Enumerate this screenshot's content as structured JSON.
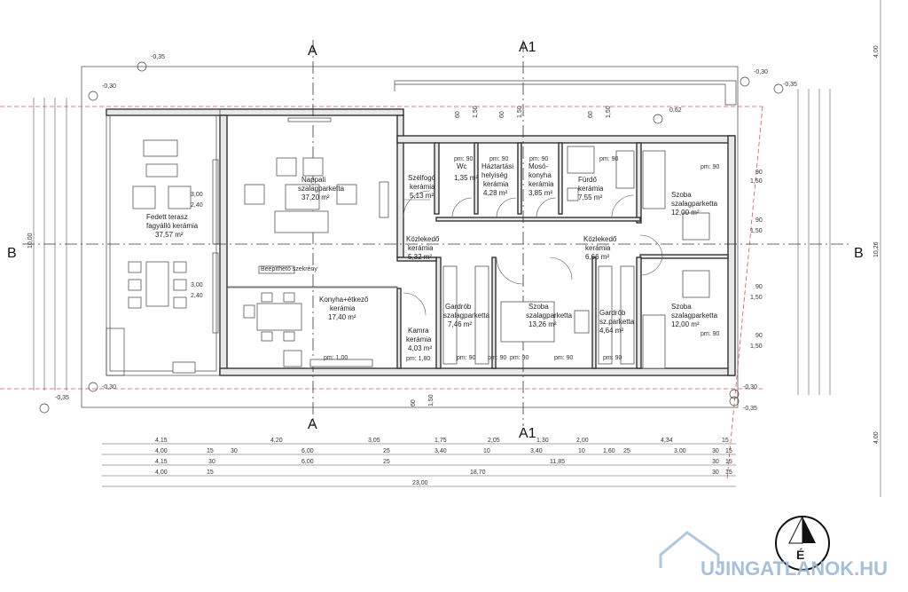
{
  "rooms": [
    {
      "id": "terasz",
      "lines": [
        "Fedett terasz",
        "fagyálló kerámia",
        "37,57 m²"
      ]
    },
    {
      "id": "nappali",
      "lines": [
        "Nappali",
        "szalagparketta",
        "37,20 m²"
      ]
    },
    {
      "id": "konyha",
      "lines": [
        "Konyha+étkező",
        "kerámia",
        "17,40 m²"
      ]
    },
    {
      "id": "szelfogo",
      "lines": [
        "Szélfogó",
        "kerámia",
        "5,13 m²"
      ]
    },
    {
      "id": "wc",
      "lines": [
        "Wc",
        "1,35 m²"
      ]
    },
    {
      "id": "haztartasi",
      "lines": [
        "Háztartási",
        "helyiség",
        "kerámia",
        "4,28 m²"
      ]
    },
    {
      "id": "mosokonyha",
      "lines": [
        "Mosó-",
        "konyha",
        "kerámia",
        "3,85 m²"
      ]
    },
    {
      "id": "furdo",
      "lines": [
        "Fürdő",
        "kerámia",
        "7,55 m²"
      ]
    },
    {
      "id": "kozlekedo1",
      "lines": [
        "Közlekedő",
        "kerámia",
        "5,32 m²"
      ]
    },
    {
      "id": "kozlekedo2",
      "lines": [
        "Közlekedő",
        "kerámia",
        "6,66 m²"
      ]
    },
    {
      "id": "szoba1",
      "lines": [
        "Szoba",
        "szalagparketta",
        "12,00 m²"
      ]
    },
    {
      "id": "szoba2",
      "lines": [
        "Szoba",
        "szalagparketta",
        "12,00 m²"
      ]
    },
    {
      "id": "szoba3",
      "lines": [
        "Szoba",
        "szalagparketta",
        "13,26 m²"
      ]
    },
    {
      "id": "gardrob1",
      "lines": [
        "Gardrób",
        "szalagparketta",
        "7,46 m²"
      ]
    },
    {
      "id": "gardrob2",
      "lines": [
        "Gardrób",
        "sz.parketta",
        "4,64 m²"
      ]
    },
    {
      "id": "kamra",
      "lines": [
        "Kamra",
        "kerámia",
        "4,03 m²"
      ]
    }
  ],
  "axes": {
    "A": "A",
    "A1": "A1",
    "B": "B"
  },
  "small_label": "Beépíthető szekrény",
  "dims": {
    "row1": [
      "4,15",
      "4,20",
      "3,05",
      "1,75",
      "2,05",
      "1,30",
      "2,00",
      "4,34",
      "15"
    ],
    "row2": [
      "4,00",
      "15",
      "30",
      "6,00",
      "25",
      "3,40",
      "10",
      "3,40",
      "10",
      "1,60",
      "25",
      "3,00",
      "30",
      "15"
    ],
    "row3": [
      "4,15",
      "30",
      "6,00",
      "25",
      "11,85",
      "30",
      "15"
    ],
    "row4": [
      "4,00",
      "15",
      "18,70",
      "30",
      "15"
    ],
    "total": "23,00",
    "left_total": "10,00",
    "right_total": "10,26",
    "right_top": "4,00",
    "right_bottom": "4,00"
  },
  "levels": [
    "-0,35",
    "-0,30",
    "-0,30",
    "-0,35",
    "-0,30",
    "-0,30",
    "-0,35",
    "-0,35",
    "0,62"
  ],
  "pm_labels": [
    "pm: 90",
    "pm: 90",
    "pm: 90",
    "pm: 90",
    "pm: 90",
    "pm: 1,00",
    "pm: 90",
    "pm: 90",
    "pm: 90",
    "pm: 90",
    "pm: 1,80",
    "pm: 90",
    "pm: 90"
  ],
  "opening_sizes": [
    "90",
    "1,50",
    "90",
    "1,50",
    "90",
    "1,50",
    "90",
    "1,50",
    "3,00",
    "2,40",
    "3,00",
    "2,40",
    "60",
    "1,50",
    "60",
    "1,50",
    "60",
    "1,50",
    "60",
    "1,50"
  ],
  "compass": "É",
  "watermark": "UJINGATLANOK.HU"
}
